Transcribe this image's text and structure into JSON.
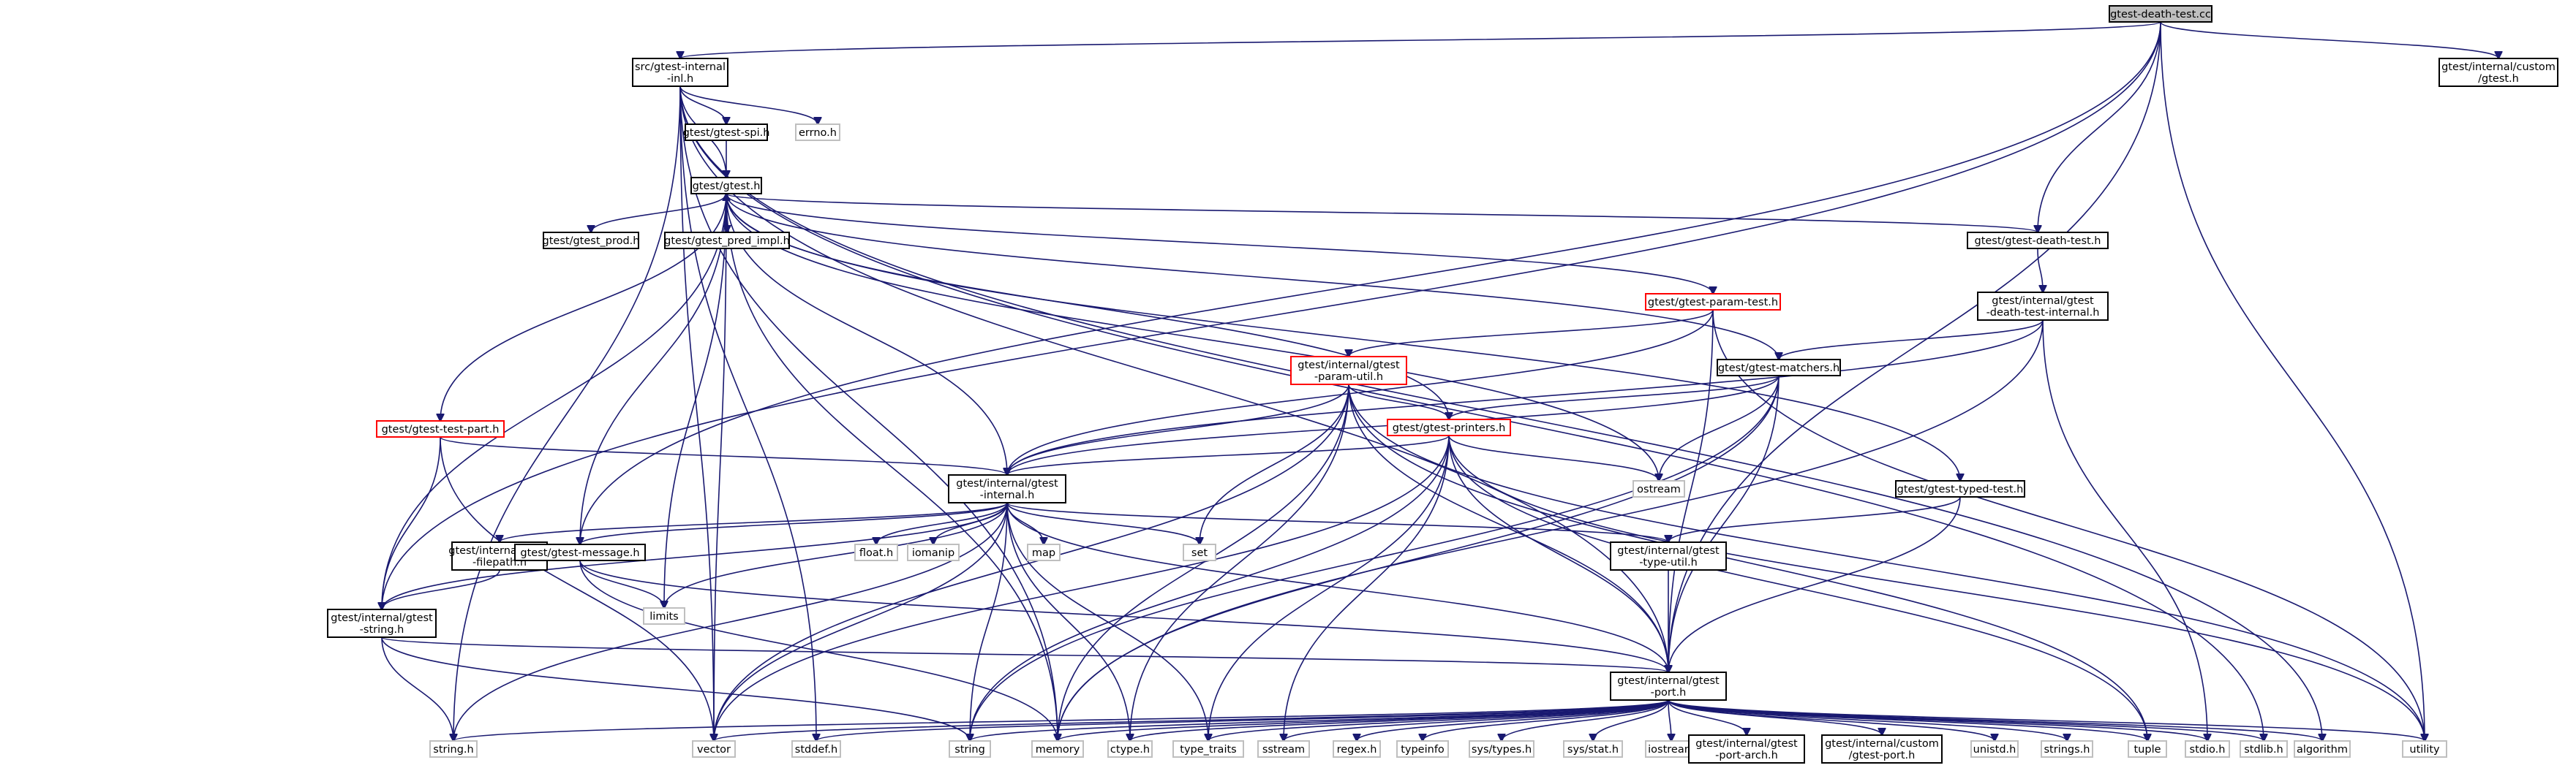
{
  "graph": {
    "title": "",
    "nodes": [
      {
        "id": "root",
        "lines": [
          "gtest-death-test.cc"
        ],
        "style": "root"
      },
      {
        "id": "inl",
        "lines": [
          "src/gtest-internal",
          "-inl.h"
        ],
        "style": "black"
      },
      {
        "id": "custom_gtest",
        "lines": [
          "gtest/internal/custom",
          "/gtest.h"
        ],
        "style": "black"
      },
      {
        "id": "spi",
        "lines": [
          "gtest/gtest-spi.h"
        ],
        "style": "black"
      },
      {
        "id": "errno",
        "lines": [
          "errno.h"
        ],
        "style": "gray"
      },
      {
        "id": "gtest",
        "lines": [
          "gtest/gtest.h"
        ],
        "style": "black"
      },
      {
        "id": "prod",
        "lines": [
          "gtest/gtest_prod.h"
        ],
        "style": "black"
      },
      {
        "id": "pred",
        "lines": [
          "gtest/gtest_pred_impl.h"
        ],
        "style": "black"
      },
      {
        "id": "deathtest",
        "lines": [
          "gtest/gtest-death-test.h"
        ],
        "style": "black"
      },
      {
        "id": "paramtest",
        "lines": [
          "gtest/gtest-param-test.h"
        ],
        "style": "red"
      },
      {
        "id": "dti",
        "lines": [
          "gtest/internal/gtest",
          "-death-test-internal.h"
        ],
        "style": "black"
      },
      {
        "id": "paramutil",
        "lines": [
          "gtest/internal/gtest",
          "-param-util.h"
        ],
        "style": "red"
      },
      {
        "id": "matchers",
        "lines": [
          "gtest/gtest-matchers.h"
        ],
        "style": "black"
      },
      {
        "id": "testpart",
        "lines": [
          "gtest/gtest-test-part.h"
        ],
        "style": "red"
      },
      {
        "id": "printers",
        "lines": [
          "gtest/gtest-printers.h"
        ],
        "style": "red"
      },
      {
        "id": "internal",
        "lines": [
          "gtest/internal/gtest",
          "-internal.h"
        ],
        "style": "black"
      },
      {
        "id": "ostream",
        "lines": [
          "ostream"
        ],
        "style": "gray"
      },
      {
        "id": "typedtest",
        "lines": [
          "gtest/gtest-typed-test.h"
        ],
        "style": "black"
      },
      {
        "id": "filepath",
        "lines": [
          "gtest/internal/gtest",
          "-filepath.h"
        ],
        "style": "black"
      },
      {
        "id": "message",
        "lines": [
          "gtest/gtest-message.h"
        ],
        "style": "black"
      },
      {
        "id": "floath",
        "lines": [
          "float.h"
        ],
        "style": "gray"
      },
      {
        "id": "iomanip",
        "lines": [
          "iomanip"
        ],
        "style": "gray"
      },
      {
        "id": "map",
        "lines": [
          "map"
        ],
        "style": "gray"
      },
      {
        "id": "set",
        "lines": [
          "set"
        ],
        "style": "gray"
      },
      {
        "id": "typeutil",
        "lines": [
          "gtest/internal/gtest",
          "-type-util.h"
        ],
        "style": "black"
      },
      {
        "id": "limits",
        "lines": [
          "limits"
        ],
        "style": "gray"
      },
      {
        "id": "string_h",
        "lines": [
          "gtest/internal/gtest",
          "-string.h"
        ],
        "style": "black"
      },
      {
        "id": "port",
        "lines": [
          "gtest/internal/gtest",
          "-port.h"
        ],
        "style": "black"
      },
      {
        "id": "stringh",
        "lines": [
          "string.h"
        ],
        "style": "gray"
      },
      {
        "id": "vector",
        "lines": [
          "vector"
        ],
        "style": "gray"
      },
      {
        "id": "stddef",
        "lines": [
          "stddef.h"
        ],
        "style": "gray"
      },
      {
        "id": "string",
        "lines": [
          "string"
        ],
        "style": "gray"
      },
      {
        "id": "memory",
        "lines": [
          "memory"
        ],
        "style": "gray"
      },
      {
        "id": "ctype",
        "lines": [
          "ctype.h"
        ],
        "style": "gray"
      },
      {
        "id": "type_traits",
        "lines": [
          "type_traits"
        ],
        "style": "gray"
      },
      {
        "id": "sstream",
        "lines": [
          "sstream"
        ],
        "style": "gray"
      },
      {
        "id": "regex",
        "lines": [
          "regex.h"
        ],
        "style": "gray"
      },
      {
        "id": "typeinfo",
        "lines": [
          "typeinfo"
        ],
        "style": "gray"
      },
      {
        "id": "systypes",
        "lines": [
          "sys/types.h"
        ],
        "style": "gray"
      },
      {
        "id": "sysstat",
        "lines": [
          "sys/stat.h"
        ],
        "style": "gray"
      },
      {
        "id": "iostream",
        "lines": [
          "iostream"
        ],
        "style": "gray"
      },
      {
        "id": "portarch",
        "lines": [
          "gtest/internal/gtest",
          "-port-arch.h"
        ],
        "style": "black"
      },
      {
        "id": "customport",
        "lines": [
          "gtest/internal/custom",
          "/gtest-port.h"
        ],
        "style": "black"
      },
      {
        "id": "unistd",
        "lines": [
          "unistd.h"
        ],
        "style": "gray"
      },
      {
        "id": "strings",
        "lines": [
          "strings.h"
        ],
        "style": "gray"
      },
      {
        "id": "tuple",
        "lines": [
          "tuple"
        ],
        "style": "gray"
      },
      {
        "id": "stdio",
        "lines": [
          "stdio.h"
        ],
        "style": "gray"
      },
      {
        "id": "stdlib",
        "lines": [
          "stdlib.h"
        ],
        "style": "gray"
      },
      {
        "id": "algorithm",
        "lines": [
          "algorithm"
        ],
        "style": "gray"
      },
      {
        "id": "utility",
        "lines": [
          "utility"
        ],
        "style": "gray"
      }
    ],
    "edges": [
      [
        "root",
        "inl"
      ],
      [
        "root",
        "custom_gtest"
      ],
      [
        "root",
        "deathtest"
      ],
      [
        "root",
        "port"
      ],
      [
        "root",
        "utility"
      ],
      [
        "root",
        "string_h"
      ],
      [
        "root",
        "message"
      ],
      [
        "inl",
        "spi"
      ],
      [
        "inl",
        "errno"
      ],
      [
        "inl",
        "gtest"
      ],
      [
        "inl",
        "port"
      ],
      [
        "inl",
        "stdlib"
      ],
      [
        "inl",
        "algorithm"
      ],
      [
        "inl",
        "vector"
      ],
      [
        "inl",
        "memory"
      ],
      [
        "inl",
        "stringh"
      ],
      [
        "inl",
        "stddef"
      ],
      [
        "spi",
        "gtest"
      ],
      [
        "gtest",
        "prod"
      ],
      [
        "gtest",
        "pred"
      ],
      [
        "gtest",
        "deathtest"
      ],
      [
        "gtest",
        "paramtest"
      ],
      [
        "gtest",
        "matchers"
      ],
      [
        "gtest",
        "printers"
      ],
      [
        "gtest",
        "testpart"
      ],
      [
        "gtest",
        "internal"
      ],
      [
        "gtest",
        "message"
      ],
      [
        "gtest",
        "typedtest"
      ],
      [
        "gtest",
        "ostream"
      ],
      [
        "gtest",
        "limits"
      ],
      [
        "gtest",
        "memory"
      ],
      [
        "gtest",
        "vector"
      ],
      [
        "gtest",
        "string_h"
      ],
      [
        "pred",
        "gtest"
      ],
      [
        "deathtest",
        "dti"
      ],
      [
        "dti",
        "matchers"
      ],
      [
        "dti",
        "internal"
      ],
      [
        "dti",
        "stdio"
      ],
      [
        "dti",
        "memory"
      ],
      [
        "paramtest",
        "paramutil"
      ],
      [
        "paramtest",
        "internal"
      ],
      [
        "paramtest",
        "port"
      ],
      [
        "paramtest",
        "utility"
      ],
      [
        "paramutil",
        "printers"
      ],
      [
        "paramutil",
        "internal"
      ],
      [
        "paramutil",
        "port"
      ],
      [
        "paramutil",
        "set"
      ],
      [
        "paramutil",
        "vector"
      ],
      [
        "paramutil",
        "memory"
      ],
      [
        "paramutil",
        "tuple"
      ],
      [
        "paramutil",
        "utility"
      ],
      [
        "paramutil",
        "ctype"
      ],
      [
        "matchers",
        "printers"
      ],
      [
        "matchers",
        "internal"
      ],
      [
        "matchers",
        "port"
      ],
      [
        "matchers",
        "ostream"
      ],
      [
        "matchers",
        "string"
      ],
      [
        "matchers",
        "memory"
      ],
      [
        "testpart",
        "internal"
      ],
      [
        "testpart",
        "string_h"
      ],
      [
        "testpart",
        "vector"
      ],
      [
        "printers",
        "internal"
      ],
      [
        "printers",
        "port"
      ],
      [
        "printers",
        "ostream"
      ],
      [
        "printers",
        "sstream"
      ],
      [
        "printers",
        "string"
      ],
      [
        "printers",
        "vector"
      ],
      [
        "printers",
        "tuple"
      ],
      [
        "printers",
        "utility"
      ],
      [
        "printers",
        "type_traits"
      ],
      [
        "internal",
        "filepath"
      ],
      [
        "internal",
        "message"
      ],
      [
        "internal",
        "string_h"
      ],
      [
        "internal",
        "typeutil"
      ],
      [
        "internal",
        "port"
      ],
      [
        "internal",
        "floath"
      ],
      [
        "internal",
        "iomanip"
      ],
      [
        "internal",
        "map"
      ],
      [
        "internal",
        "set"
      ],
      [
        "internal",
        "limits"
      ],
      [
        "internal",
        "string"
      ],
      [
        "internal",
        "vector"
      ],
      [
        "internal",
        "stringh"
      ],
      [
        "internal",
        "ctype"
      ],
      [
        "internal",
        "type_traits"
      ],
      [
        "typedtest",
        "typeutil"
      ],
      [
        "typedtest",
        "port"
      ],
      [
        "filepath",
        "string_h"
      ],
      [
        "message",
        "limits"
      ],
      [
        "message",
        "port"
      ],
      [
        "message",
        "memory"
      ],
      [
        "typeutil",
        "port"
      ],
      [
        "string_h",
        "port"
      ],
      [
        "string_h",
        "stringh"
      ],
      [
        "string_h",
        "string"
      ],
      [
        "port",
        "stringh"
      ],
      [
        "port",
        "vector"
      ],
      [
        "port",
        "stddef"
      ],
      [
        "port",
        "string"
      ],
      [
        "port",
        "memory"
      ],
      [
        "port",
        "ctype"
      ],
      [
        "port",
        "type_traits"
      ],
      [
        "port",
        "sstream"
      ],
      [
        "port",
        "regex"
      ],
      [
        "port",
        "typeinfo"
      ],
      [
        "port",
        "systypes"
      ],
      [
        "port",
        "sysstat"
      ],
      [
        "port",
        "iostream"
      ],
      [
        "port",
        "portarch"
      ],
      [
        "port",
        "customport"
      ],
      [
        "port",
        "unistd"
      ],
      [
        "port",
        "strings"
      ],
      [
        "port",
        "tuple"
      ],
      [
        "port",
        "stdio"
      ],
      [
        "port",
        "stdlib"
      ],
      [
        "port",
        "algorithm"
      ],
      [
        "port",
        "utility"
      ]
    ]
  }
}
